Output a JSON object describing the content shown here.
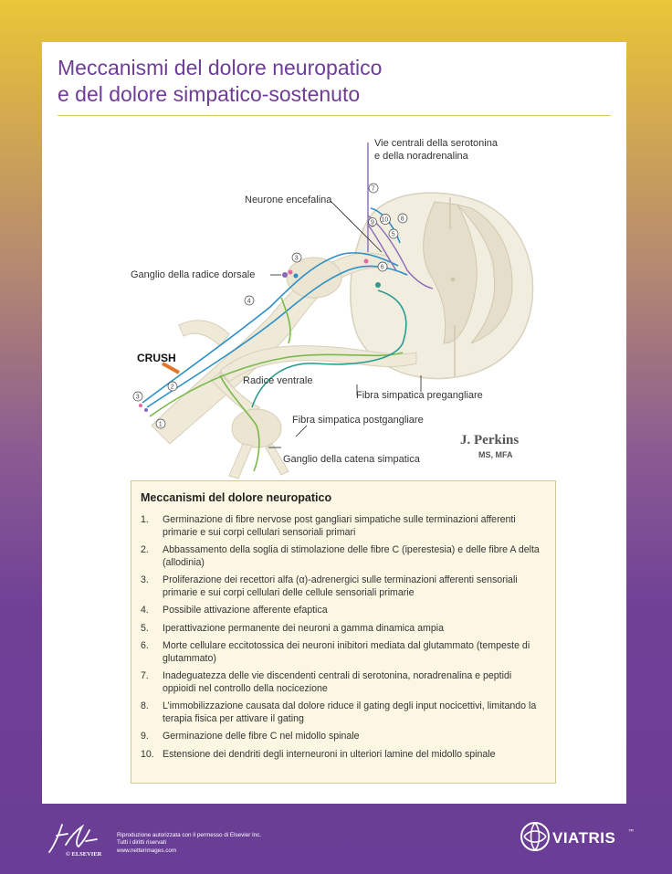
{
  "title": {
    "line1": "Meccanismi del dolore neuropatico",
    "line2": "e del dolore simpatico-sostenuto"
  },
  "diagram": {
    "labels": {
      "serotonin": [
        "Vie centrali della serotonina",
        "e della noradrenalina"
      ],
      "enkephalin": "Neurone encefalina",
      "dorsal_root_ganglion": "Ganglio della radice dorsale",
      "crush": "CRUSH",
      "ventral_root": "Radice ventrale",
      "preganglionic": "Fibra simpatica pregangliare",
      "postganglionic": "Fibra simpatica postgangliare",
      "chain_ganglion": "Ganglio della catena simpatica"
    },
    "markers": [
      "1",
      "2",
      "3",
      "4",
      "5",
      "6",
      "7",
      "8",
      "9",
      "10",
      "3"
    ],
    "signature": {
      "name": "J. Perkins",
      "credentials": "MS, MFA"
    }
  },
  "box": {
    "heading": "Meccanismi del dolore neuropatico",
    "items": [
      {
        "num": "1.",
        "text": "Germinazione di fibre nervose post gangliari simpatiche sulle terminazioni afferenti primarie e sui corpi cellulari sensoriali primari"
      },
      {
        "num": "2.",
        "text": "Abbassamento della soglia di stimolazione delle fibre C (iperestesia) e delle fibre A delta (allodinia)"
      },
      {
        "num": "3.",
        "text": "Proliferazione dei recettori alfa (α)-adrenergici sulle terminazioni afferenti sensoriali primarie e sui corpi cellulari delle cellule sensoriali primarie"
      },
      {
        "num": "4.",
        "text": "Possibile attivazione afferente efaptica"
      },
      {
        "num": "5.",
        "text": "Iperattivazione permanente dei neuroni a gamma dinamica ampia"
      },
      {
        "num": "6.",
        "text": "Morte cellulare eccitotossica dei neuroni inibitori mediata dal glutammato (tempeste di glutammato)"
      },
      {
        "num": "7.",
        "text": "Inadeguatezza delle vie discendenti centrali di serotonina, noradrenalina e peptidi oppioidi nel controllo della nocicezione"
      },
      {
        "num": "8.",
        "text": "L’immobilizzazione causata dal dolore riduce il gating degli input nocicettivi, limitando la terapia fisica per attivare il gating"
      },
      {
        "num": "9.",
        "text": "Germinazione delle fibre C nel midollo spinale"
      },
      {
        "num": "10.",
        "text": "Estensione dei dendriti degli interneuroni in ulteriori lamine del midollo spinale"
      }
    ]
  },
  "footer": {
    "netter_logo_text": "F. Netter M.D.",
    "publisher": "© ELSEVIER",
    "line1": "Riproduzione autorizzata con il permesso di Elsevier Inc.",
    "line2": "Tutti i diritti riservati",
    "line3": "www.netterimages.com",
    "brand": "VIATRIS",
    "trademark": "™"
  },
  "colors": {
    "title": "#6e3d97",
    "nerve_blue": "#2a8fc8",
    "nerve_green": "#7ab84a",
    "teal": "#2a9a90",
    "purple": "#8a6ab8",
    "crush": "#e4762a"
  }
}
